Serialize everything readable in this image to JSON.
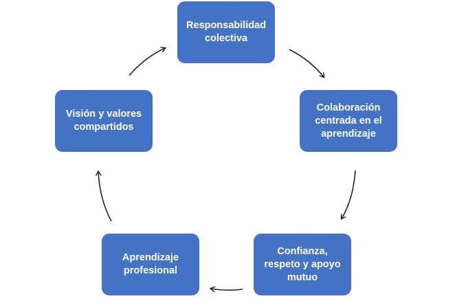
{
  "diagram": {
    "type": "cycle",
    "box_color": "#4472C4",
    "nodes": [
      {
        "label": "Responsabilidad colectiva"
      },
      {
        "label": "Colaboración centrada en el aprendizaje"
      },
      {
        "label": "Confianza, respeto y apoyo mutuo"
      },
      {
        "label": "Aprendizaje profesional"
      },
      {
        "label": "Visión y valores compartidos"
      }
    ]
  }
}
